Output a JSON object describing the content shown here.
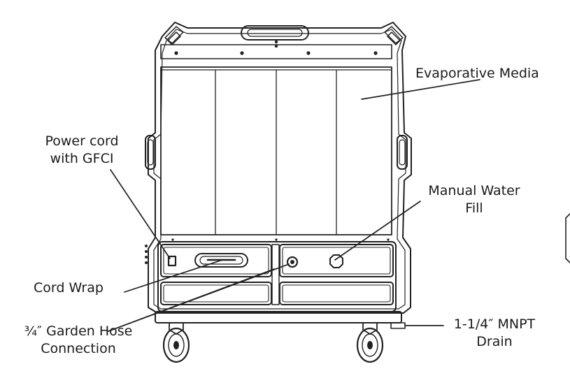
{
  "labels": {
    "evaporative_media": "Evaporative Media",
    "power_cord_line1": "Power cord",
    "power_cord_line2": "with GFCI",
    "manual_water_fill_line1": "Manual Water",
    "manual_water_fill_line2": "Fill",
    "cord_wrap": "Cord Wrap",
    "garden_hose_line1": "¾″ Garden Hose",
    "garden_hose_line2": "Connection",
    "drain_line1": "1-1/4″ MNPT",
    "drain_line2": "Drain"
  }
}
